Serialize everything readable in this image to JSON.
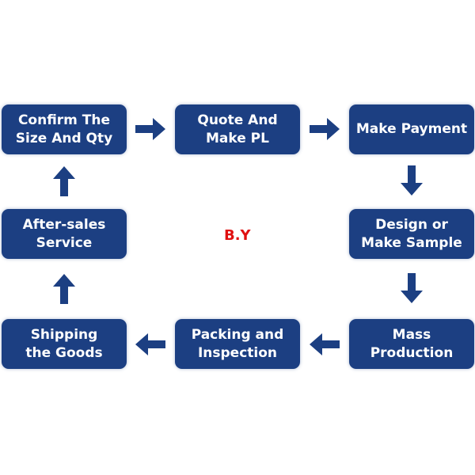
{
  "steps": [
    {
      "line1": "Confirm The",
      "line2": "Size And Qty"
    },
    {
      "line1": "Quote And",
      "line2": "Make PL"
    },
    {
      "line1": "Make Payment",
      "line2": ""
    },
    {
      "line1": "Design or",
      "line2": "Make Sample"
    },
    {
      "line1": "Mass",
      "line2": "Production"
    },
    {
      "line1": "Packing and",
      "line2": "Inspection"
    },
    {
      "line1": "Shipping",
      "line2": "the Goods"
    },
    {
      "line1": "After-sales",
      "line2": "Service"
    }
  ],
  "brand": "B.Y",
  "colors": {
    "box": "#1c3f82",
    "brand": "#e01010"
  }
}
